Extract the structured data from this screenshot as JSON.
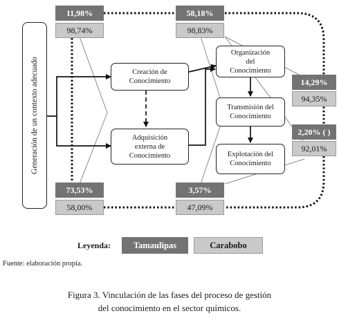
{
  "side_label": "Generación de un contexto adecuado",
  "nodes": {
    "creacion": "Creación de\nConocimiento",
    "adquisicion": "Adquisición\nexterna de\nConocimiento",
    "organizacion": "Organización\ndel\nConocimiento",
    "transmision": "Transmisión del\nConocimiento",
    "explotacion": "Explotación del\nConocimiento"
  },
  "percentages": {
    "top_left": {
      "tamaulipas": "11,98%",
      "carabobo": "98,74%"
    },
    "top_center": {
      "tamaulipas": "58,18%",
      "carabobo": "98,83%"
    },
    "right_upper": {
      "tamaulipas": "14,29%",
      "carabobo": "94,35%"
    },
    "right_lower": {
      "tamaulipas": "2,20% ( )",
      "carabobo": "92,01%"
    },
    "bottom_left": {
      "tamaulipas": "73,53%",
      "carabobo": "58,00%"
    },
    "bottom_center": {
      "tamaulipas": "3,57%",
      "carabobo": "47,09%"
    }
  },
  "legend": {
    "label": "Leyenda:",
    "tamaulipas": "Tamaulipas",
    "carabobo": "Carabobo",
    "colors": {
      "tamaulipas": "#737373",
      "carabobo": "#c9c9c9"
    }
  },
  "source": "Fuente: elaboración propia.",
  "caption": {
    "line1": "Figura 3. Vinculación de las fases del proceso de gestión",
    "line2": "del conocimiento en el sector químicos."
  }
}
